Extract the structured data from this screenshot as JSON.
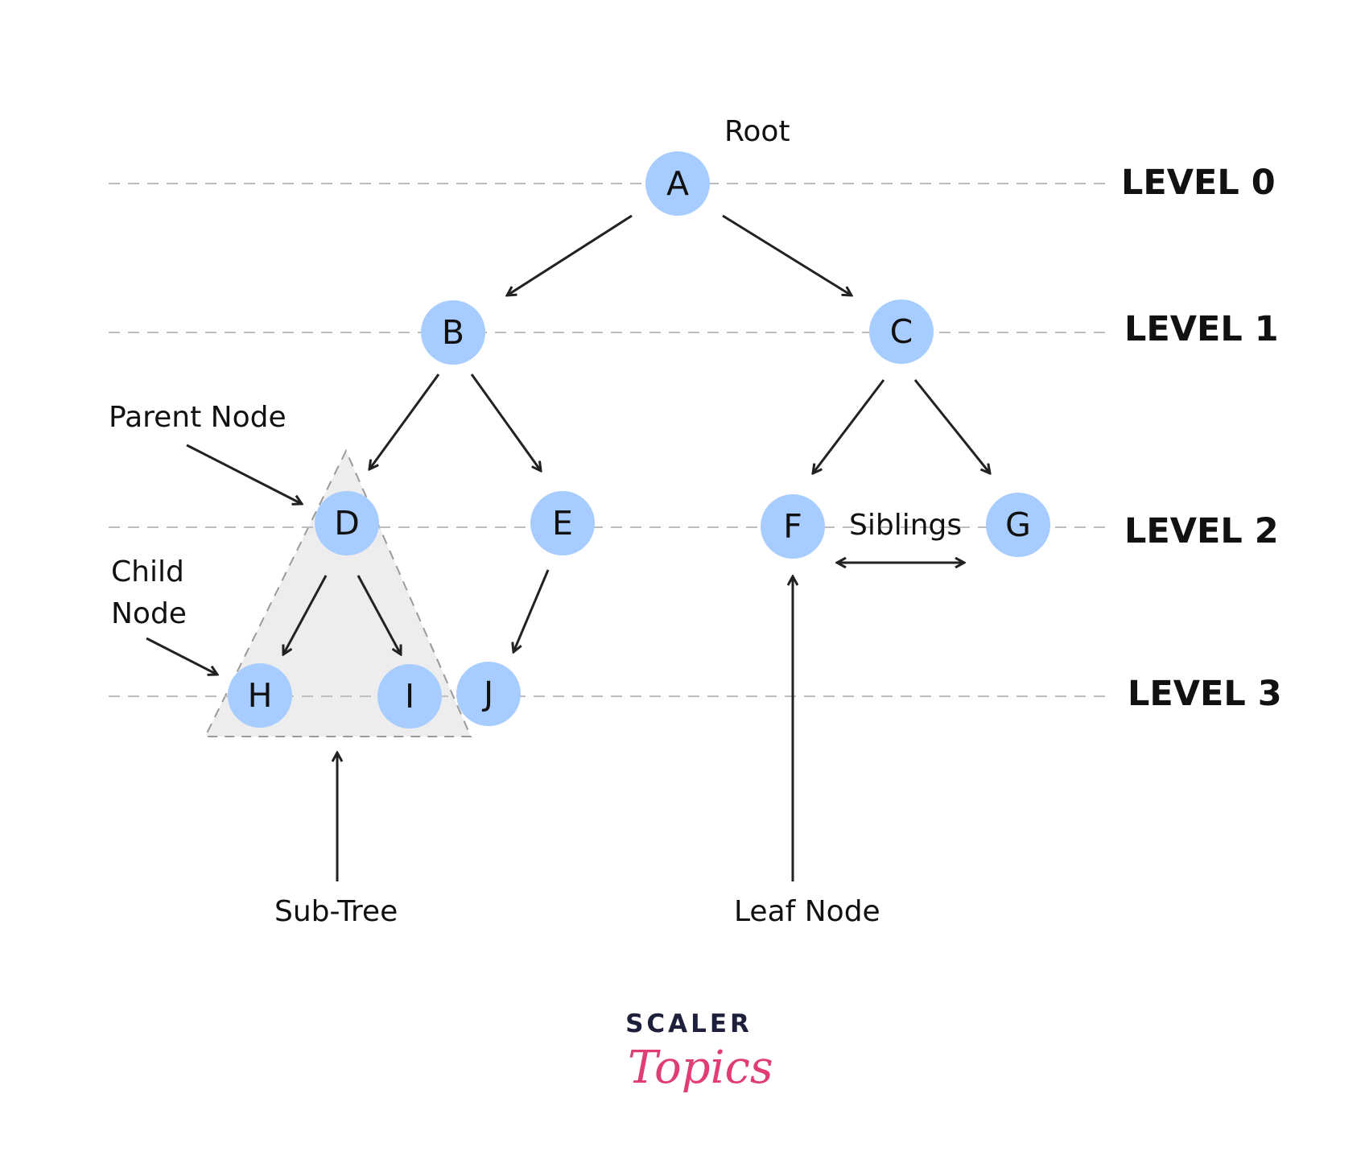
{
  "nodes": {
    "A": "A",
    "B": "B",
    "C": "C",
    "D": "D",
    "E": "E",
    "F": "F",
    "G": "G",
    "H": "H",
    "I": "I",
    "J": "J"
  },
  "levels": [
    "LEVEL 0",
    "LEVEL 1",
    "LEVEL 2",
    "LEVEL 3"
  ],
  "annotations": {
    "root": "Root",
    "parent_node": "Parent Node",
    "child_node_line1": "Child",
    "child_node_line2": "Node",
    "siblings": "Siblings",
    "sub_tree": "Sub-Tree",
    "leaf_node": "Leaf Node"
  },
  "logo": {
    "top": "SCALER",
    "script": "Topics"
  },
  "colors": {
    "node_fill": "#a7ccff",
    "arrow": "#222222",
    "level_line": "#bdbdbd",
    "subtree_fill": "#ededed",
    "logo_pink": "#e03d77",
    "logo_dark": "#1d1f3b"
  }
}
